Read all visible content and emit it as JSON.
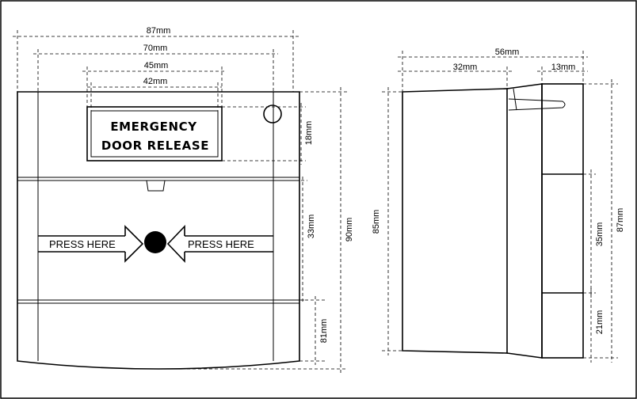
{
  "front_view": {
    "label_line1": "EMERGENCY",
    "label_line2": "DOOR RELEASE",
    "press_left": "PRESS HERE",
    "press_right": "PRESS HERE",
    "dims": {
      "overall_width": "87mm",
      "width_70": "70mm",
      "width_45": "45mm",
      "width_42": "42mm",
      "label_height": "18mm",
      "press_zone_height": "33mm",
      "overall_height": "90mm",
      "bottom_height": "81mm"
    }
  },
  "side_view": {
    "dims": {
      "overall_depth": "56mm",
      "body_depth": "32mm",
      "back_depth": "13mm",
      "body_height": "85mm",
      "back_height": "87mm",
      "upper_section": "35mm",
      "lower_section": "21mm"
    }
  }
}
